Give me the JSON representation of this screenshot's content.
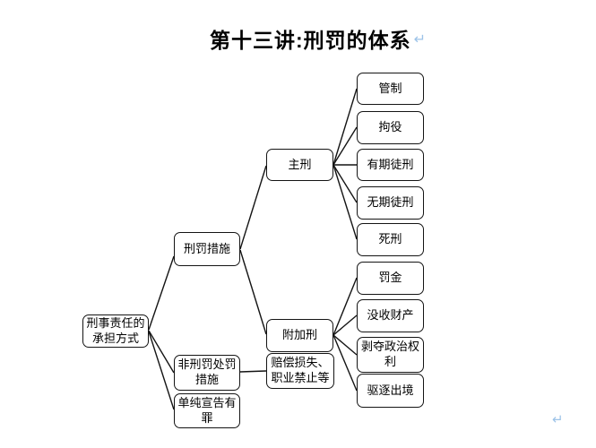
{
  "title": {
    "text": "第十三讲:刑罚的体系",
    "return_mark": "↵"
  },
  "colors": {
    "box_border": "#141414",
    "text": "#000000",
    "return_mark": "#9dc3e8",
    "background": "#ffffff"
  },
  "diagram": {
    "root": {
      "label": "刑事责任的\n承担方式"
    },
    "level1": [
      {
        "label": "刑罚措施"
      },
      {
        "label": "非刑罚处罚\n措施"
      },
      {
        "label": "单纯宣告有\n罪"
      }
    ],
    "level2": [
      {
        "label": "主刑"
      },
      {
        "label": "附加刑"
      },
      {
        "label": "赔偿损失、\n职业禁止等"
      }
    ],
    "principal_punishments": [
      "管制",
      "拘役",
      "有期徒刑",
      "无期徒刑",
      "死刑"
    ],
    "supplementary_punishments": [
      "罚金",
      "没收财产",
      "剥夺政治权\n利",
      "驱逐出境"
    ]
  },
  "footer": {
    "return_mark": "↵"
  }
}
